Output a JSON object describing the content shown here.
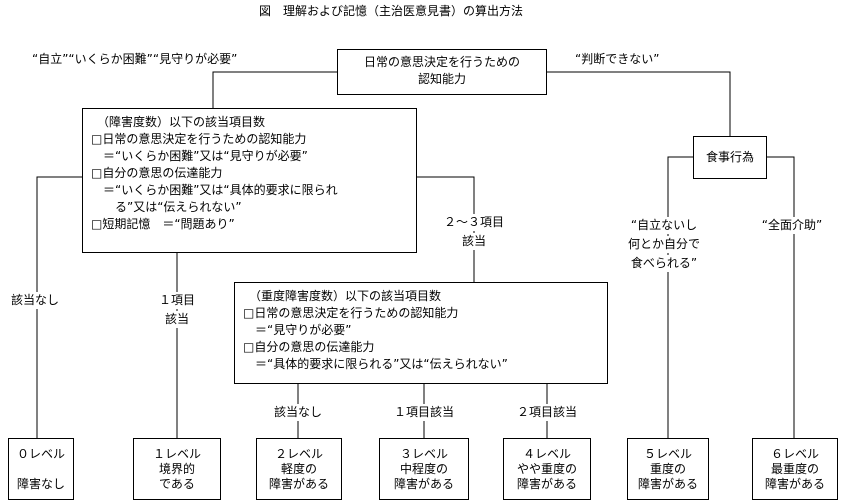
{
  "title": "図　理解および記憶（主治医意見書）の算出方法",
  "root": {
    "line1": "日常の意思決定を行うための",
    "line2": "認知能力"
  },
  "edge_left": "“自立”“いくらか困難”“見守りが必要”",
  "edge_right": "“判断できない”",
  "box1": {
    "lines": [
      "（障害度数）以下の該当項目数",
      "□日常の意思決定を行うための認知能力",
      "　＝“いくらか困難”又は“見守りが必要”",
      "□自分の意思の伝達能力",
      "　＝“いくらか困難”又は“具体的要求に限られ",
      "　　る”又は“伝えられない”",
      "□短期記憶　＝“問題あり”"
    ]
  },
  "box1_branches": {
    "none": "該当なし",
    "one_l1": "１項目",
    "one_l2": "該当",
    "two_three_l1": "２～３項目",
    "two_three_l2": "該当"
  },
  "box2": {
    "lines": [
      "（重度障害度数）以下の該当項目数",
      "□日常の意思決定を行うための認知能力",
      "　＝“見守りが必要”",
      "□自分の意思の伝達能力",
      "　＝“具体的要求に限られる”又は“伝えられない”"
    ]
  },
  "box2_branches": {
    "none": "該当なし",
    "one": "１項目該当",
    "two": "２項目該当"
  },
  "eating": {
    "label": "食事行為",
    "left_l1": "“自立ないし",
    "left_l2": "何とか自分で",
    "left_l3": "食べられる”",
    "right": "“全面介助”"
  },
  "levels": [
    {
      "l1": "０レベル",
      "l2": "",
      "l3": "障害なし"
    },
    {
      "l1": "１レベル",
      "l2": "境界的",
      "l3": "である"
    },
    {
      "l1": "２レベル",
      "l2": "軽度の",
      "l3": "障害がある"
    },
    {
      "l1": "３レベル",
      "l2": "中程度の",
      "l3": "障害がある"
    },
    {
      "l1": "４レベル",
      "l2": "やや重度の",
      "l3": "障害がある"
    },
    {
      "l1": "５レベル",
      "l2": "重度の",
      "l3": "障害がある"
    },
    {
      "l1": "６レベル",
      "l2": "最重度の",
      "l3": "障害がある"
    }
  ]
}
